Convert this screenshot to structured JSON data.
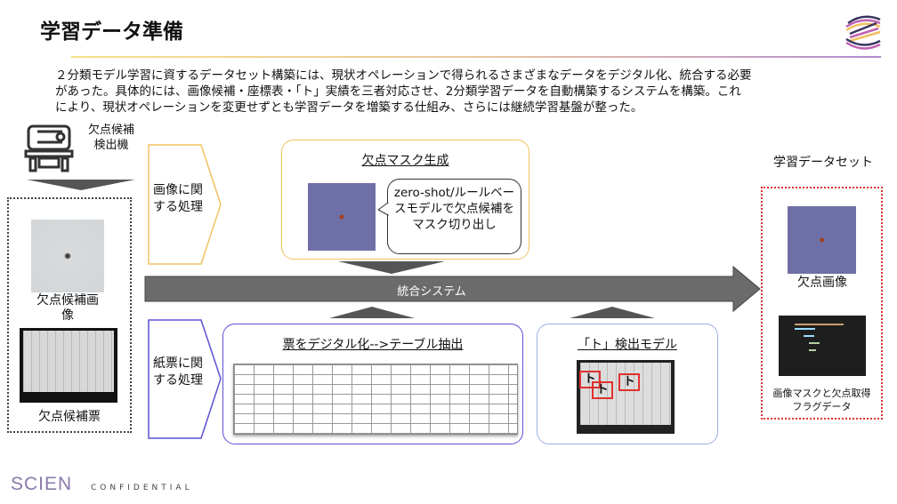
{
  "header": {
    "title": "学習データ準備"
  },
  "intro": {
    "lines": [
      "２分類モデル学習に資するデータセット構築には、現状オペレーションで得られるさまざまなデータをデジタル化、統合する必要",
      "があった。具体的には、画像候補・座標表・「ト」実績を三者対応させ、2分類学習データを自動構築するシステムを構築。これ",
      "により、現状オペレーションを変更せずとも学習データを増築する仕組み、さらには継続学習基盤が整った。"
    ]
  },
  "source": {
    "machine_label": "欠点候補検出機",
    "image_label": "欠点候補画像",
    "form_label": "欠点候補票"
  },
  "image_process": {
    "chevron_label": "画像に関する処理",
    "title": "欠点マスク生成",
    "bubble": "zero-shot/ルールベースモデルで欠点候補をマスク切り出し"
  },
  "integration": {
    "label": "統合システム"
  },
  "paper_process": {
    "chevron_label": "紙票に関する処理",
    "table_title": "票をデジタル化-->テーブル抽出",
    "detect_title": "「ト」検出モデル",
    "detect_mark": "ト"
  },
  "dataset": {
    "title": "学習データセット",
    "image_label": "欠点画像",
    "caption": "画像マスクと欠点取得フラグデータ"
  },
  "footer": {
    "brand": "SCIEN",
    "confidential": "CONFIDENTIAL"
  },
  "colors": {
    "yellow": "#f2c260",
    "purple": "#5b50d6",
    "blue": "#9ab0e0",
    "red": "#e03030",
    "arrow": "#6b6b6b",
    "mask": "#6f6fa8"
  }
}
